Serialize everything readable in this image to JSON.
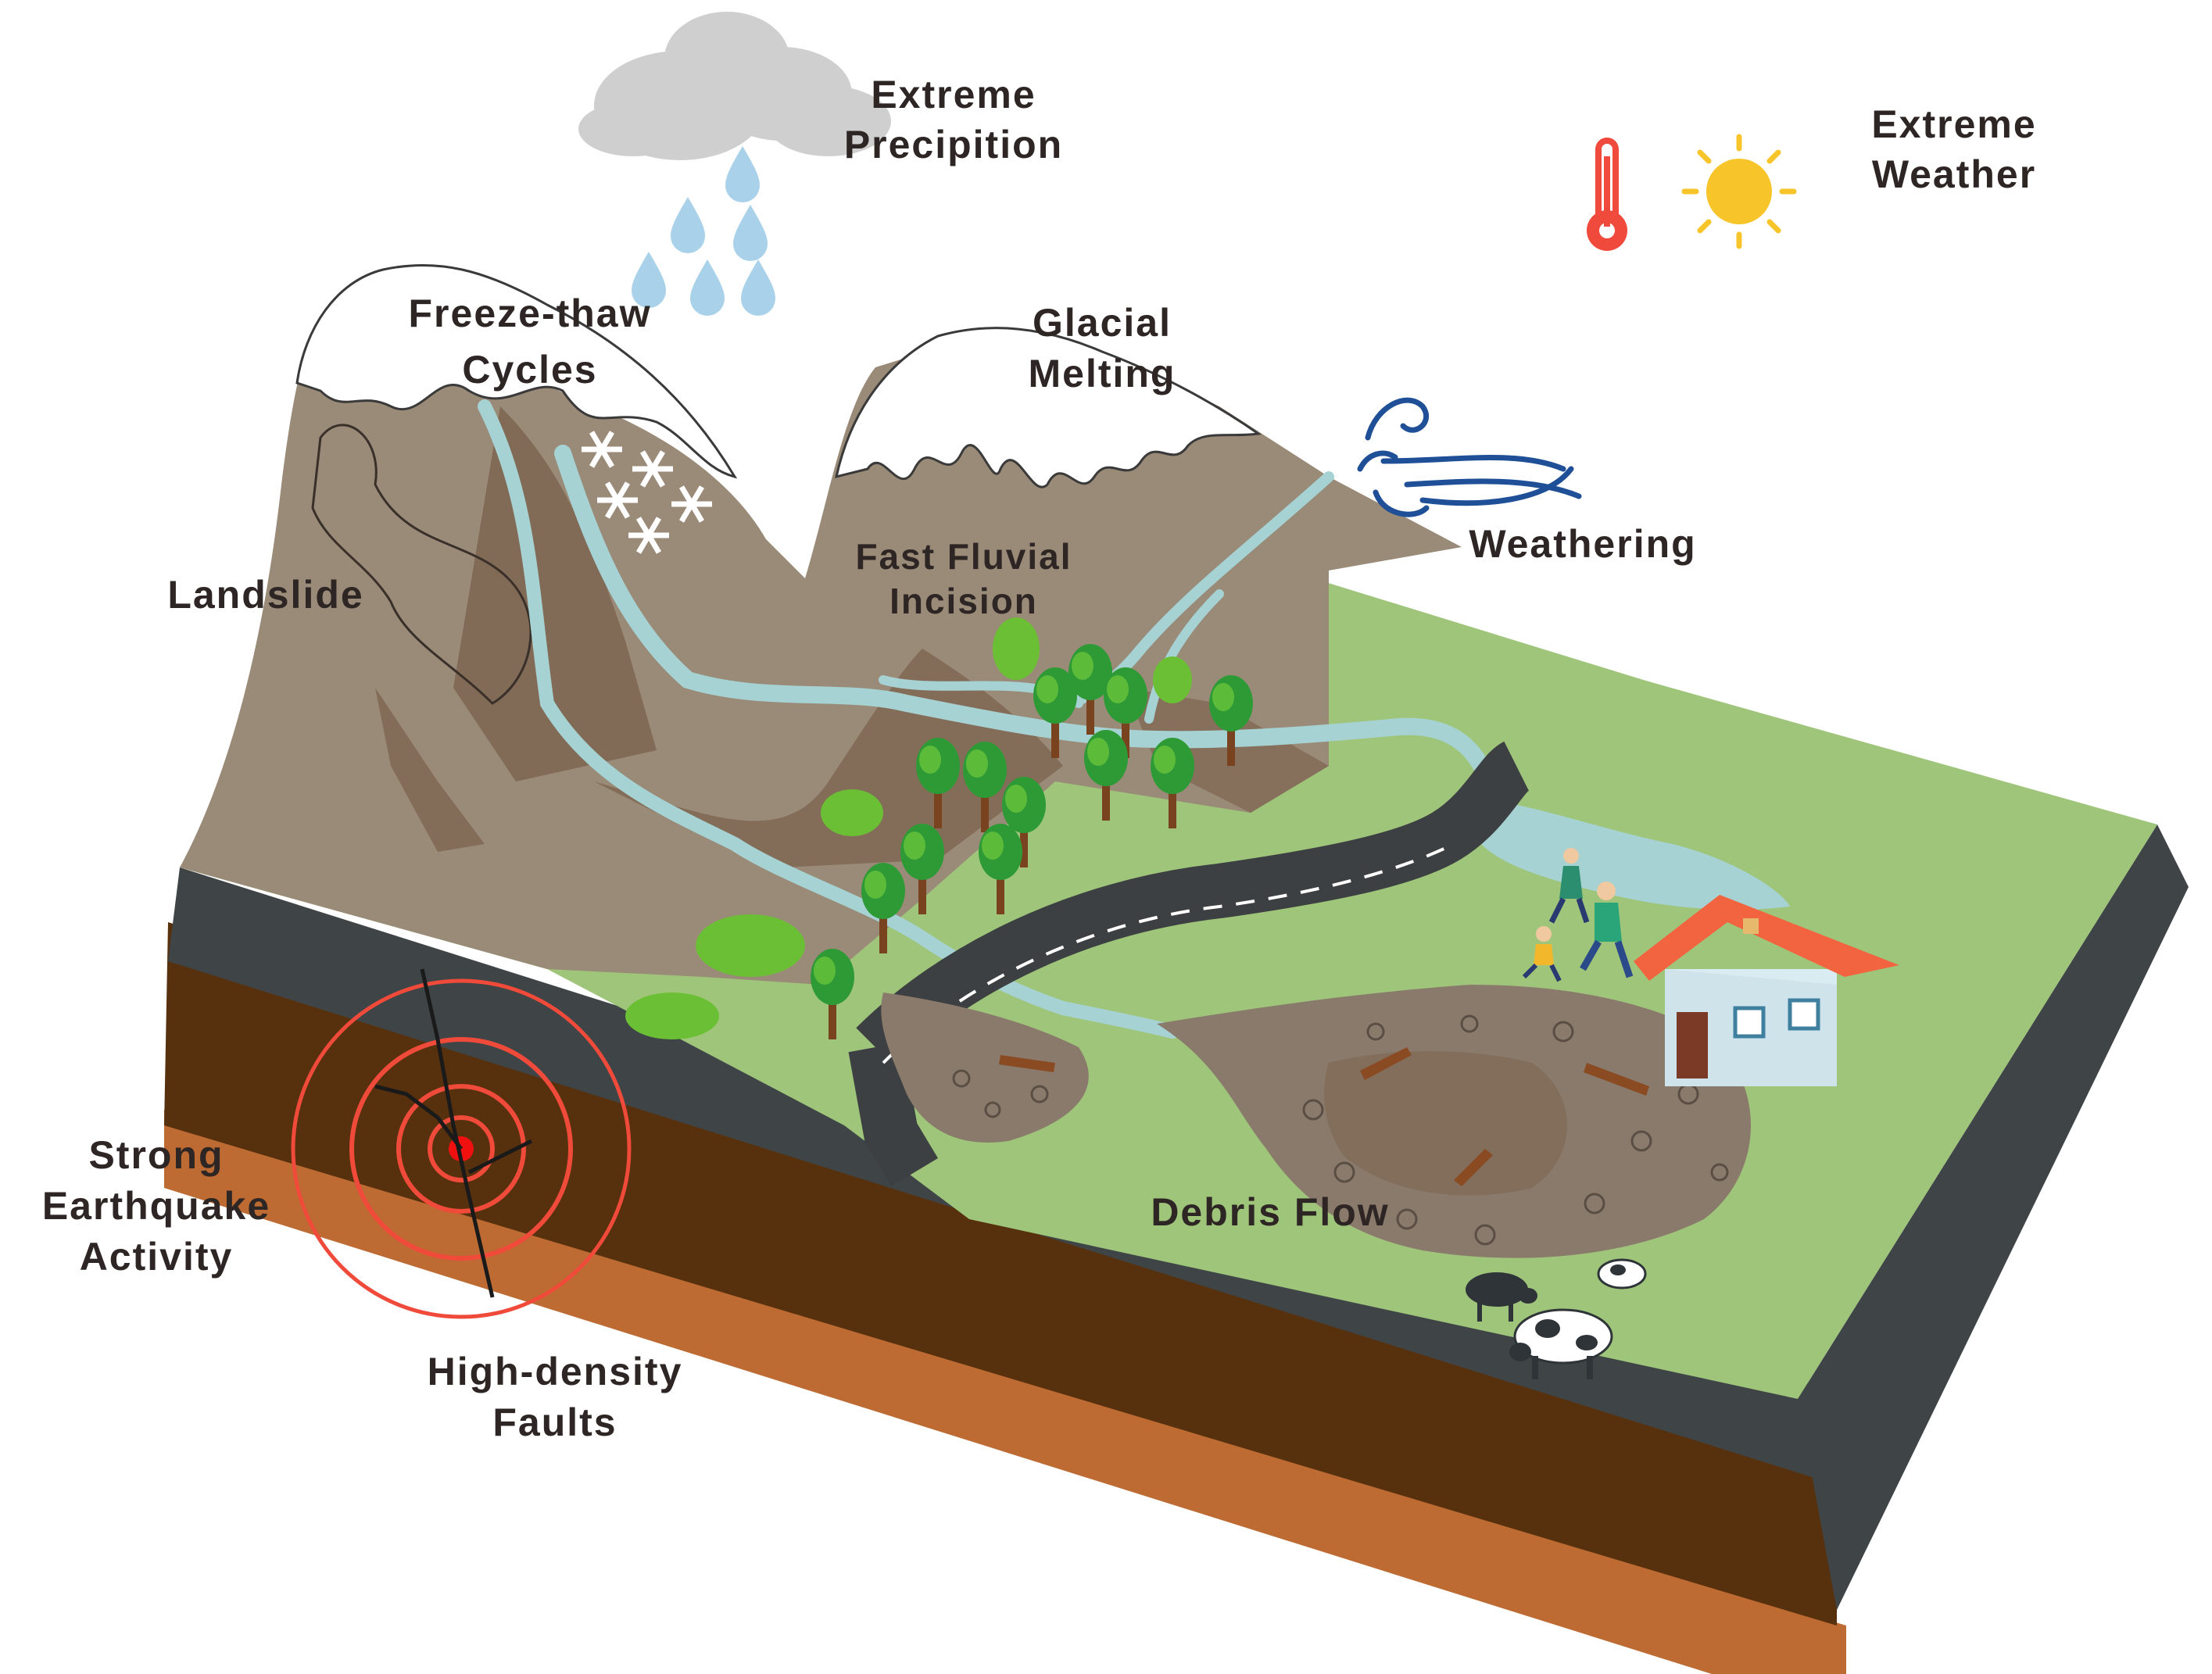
{
  "labels": {
    "extreme_precipitation": [
      "Extreme",
      "Precipition"
    ],
    "extreme_weather": [
      "Extreme",
      "Weather"
    ],
    "freeze_thaw": [
      "Freeze-thaw",
      "Cycles"
    ],
    "glacial_melting": [
      "Glacial",
      "Melting"
    ],
    "weathering": "Weathering",
    "fast_fluvial_incision": [
      "Fast Fluvial",
      "Incision"
    ],
    "landslide": "Landslide",
    "strong_earthquake": [
      "Strong",
      "Earthquake",
      "Activity"
    ],
    "high_density_faults": [
      "High-density",
      "Faults"
    ],
    "debris_flow": "Debris Flow"
  },
  "colors": {
    "grass": "#9fc57a",
    "mountain": "#9a8a78",
    "mountain_dark": "#7e6550",
    "river": "#a6d2d3",
    "snow": "#ffffff",
    "cloud": "#cfcfcf",
    "rain": "#a9d2ea",
    "layer_dark": "#3f4547",
    "layer_brown": "#57310e",
    "layer_orange": "#bd6b33",
    "debris": "#8a7a6c",
    "quake_ring": "#f04a3a",
    "roof": "#f2643f",
    "sun": "#f7c52a",
    "thermometer": "#ef4a3c",
    "wind": "#1f4f96",
    "label_text": "#2e2624"
  },
  "icons": [
    "cloud-icon",
    "raindrop-icon",
    "thermometer-icon",
    "sun-icon",
    "wind-icon",
    "snowflake-icon",
    "tree-icon",
    "house-icon",
    "cow-icon",
    "person-icon",
    "fallen-tree-icon",
    "epicenter-icon"
  ]
}
